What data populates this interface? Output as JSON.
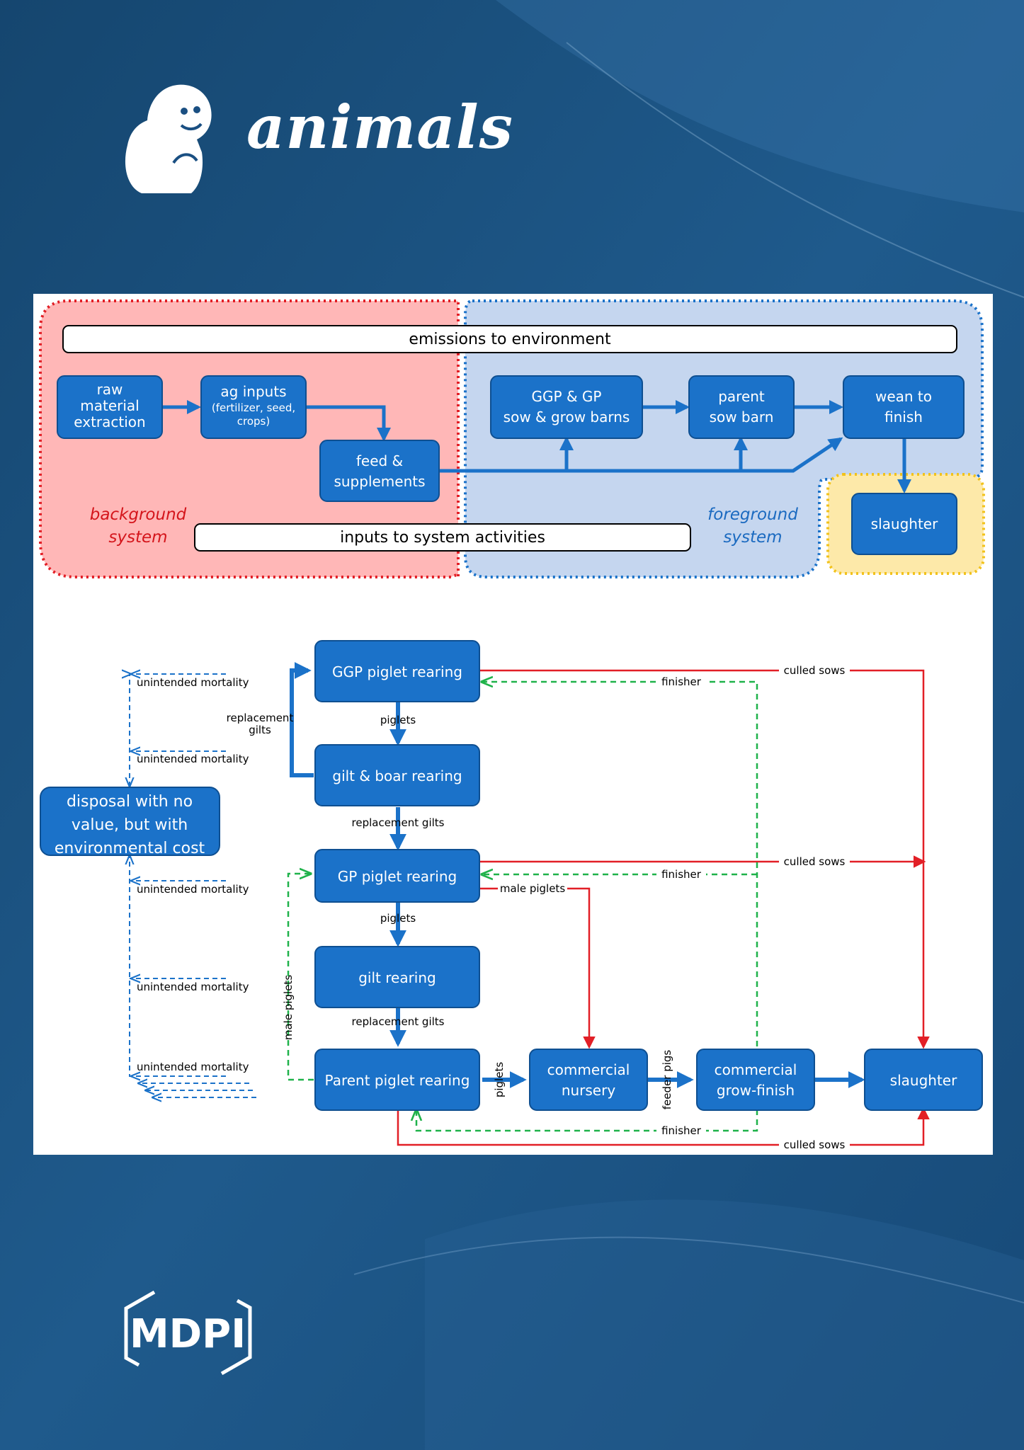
{
  "journal": {
    "name": "animals",
    "publisher": "MDPI"
  },
  "top_diagram": {
    "emissions": "emissions to environment",
    "inputs": "inputs to system activities",
    "background_label": [
      "background",
      "system"
    ],
    "foreground_label": [
      "foreground",
      "system"
    ],
    "raw": [
      "raw",
      "material",
      "extraction"
    ],
    "ag": [
      "ag inputs",
      "(fertilizer, seed,",
      "crops)"
    ],
    "feed": [
      "feed &",
      "supplements"
    ],
    "ggp": [
      "GGP & GP",
      "sow & grow barns"
    ],
    "parent": [
      "parent",
      "sow barn"
    ],
    "wean": [
      "wean to",
      "finish"
    ],
    "slaughter": "slaughter"
  },
  "bottom_diagram": {
    "ggp_rearing": "GGP piglet rearing",
    "gilt_boar": "gilt & boar rearing",
    "gp_rearing": "GP piglet rearing",
    "gilt_rearing": "gilt rearing",
    "parent_rearing": "Parent piglet rearing",
    "nursery": [
      "commercial",
      "nursery"
    ],
    "grow_finish": [
      "commercial",
      "grow-finish"
    ],
    "slaughter": "slaughter",
    "disposal": [
      "disposal with no",
      "value, but with",
      "environmental cost"
    ],
    "unintended": "unintended mortality",
    "piglets": "piglets",
    "replacement_gilts": "replacement gilts",
    "replacement_gilts_loop": [
      "replacement",
      "gilts"
    ],
    "male_piglets": "male piglets",
    "finisher": "finisher",
    "culled_sows": "culled sows",
    "feeder_pigs": "feeder pigs"
  },
  "colors": {
    "box": "#1b72c9",
    "red": "#e21f26",
    "green": "#1fb24a",
    "bg_red": "#ffb7b7",
    "bg_blue": "#c5d6ef",
    "bg_yellow": "#fde9a9"
  }
}
